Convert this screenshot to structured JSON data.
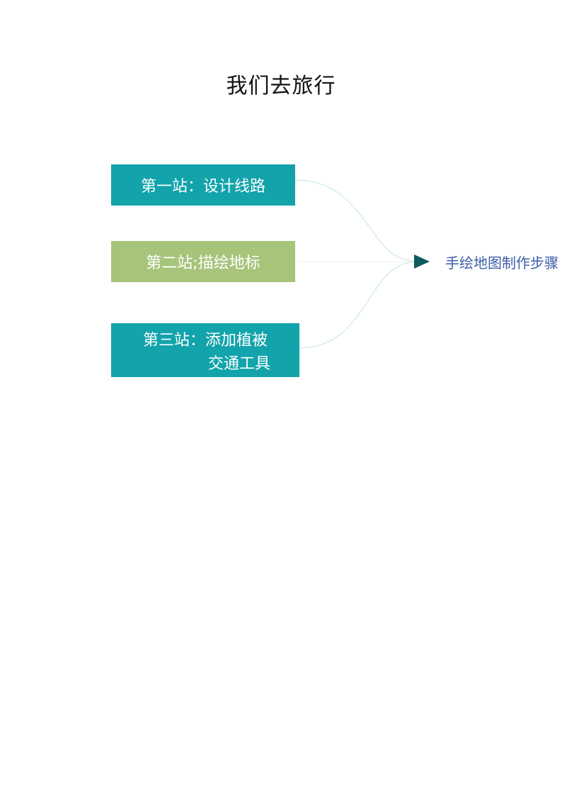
{
  "title": "我们去旅行",
  "root": {
    "label": "手绘地图制作步骤",
    "color": "#3b5ea8"
  },
  "arrow_color": "#0e5a5f",
  "nodes": [
    {
      "label": "第一站：设计线路",
      "color": "#12a3ab",
      "connector_color": "#bfe3ea"
    },
    {
      "label": "第二站;描绘地标",
      "color": "#a6c47a",
      "connector_color": "#eef3e3"
    },
    {
      "line1": "第三站：添加植被",
      "line2": "交通工具",
      "color": "#12a3ab",
      "connector_color": "#bfe3ea"
    }
  ]
}
